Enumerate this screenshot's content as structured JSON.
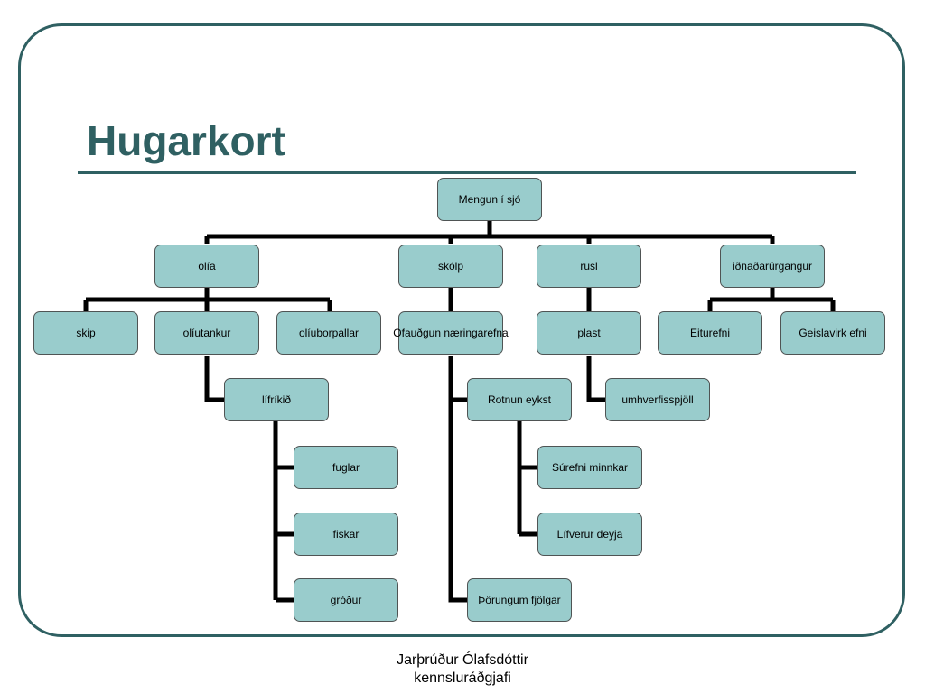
{
  "slide": {
    "title": "Hugarkort",
    "footer_line1": "Jarþrúður Ólafsdóttir",
    "footer_line2": "kennsluráðgjafi"
  },
  "colors": {
    "accent": "#2f6062",
    "node_fill": "#99cccc",
    "connector": "#000000"
  },
  "nodes": {
    "root": "Mengun í sjó",
    "olia": "olía",
    "skolp": "skólp",
    "rusl": "rusl",
    "idnadar": "iðnaðarúrgangur",
    "skip": "skip",
    "oliutankur": "olíutankur",
    "oliuborpallar": "olíuborpallar",
    "ofaudgun": "Ofauðgun næringarefna",
    "plast": "plast",
    "eiturefni": "Eiturefni",
    "geislavirk": "Geislavirk efni",
    "lifrikid": "lífríkið",
    "rotnun": "Rotnun eykst",
    "umhverfis": "umhverfisspjöll",
    "fuglar": "fuglar",
    "fiskar": "fiskar",
    "grodur": "gróður",
    "surefni": "Súrefni minnkar",
    "lifverur": "Lífverur deyja",
    "thorungum": "Þörungum fjölgar"
  }
}
